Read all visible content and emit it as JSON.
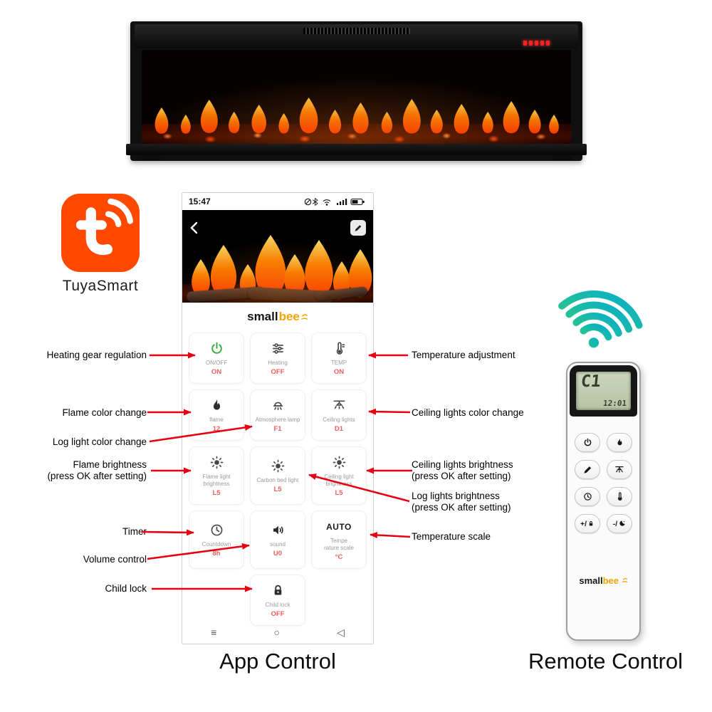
{
  "captions": {
    "app": "App Control",
    "remote": "Remote Control"
  },
  "tuya": {
    "label": "TuyaSmart"
  },
  "phone": {
    "status": {
      "time": "15:47"
    },
    "brand": {
      "prefix": "small",
      "suffix": "bee"
    },
    "nav": {
      "menu": "≡",
      "home": "○",
      "back": "◁"
    },
    "grid": [
      {
        "icon": "power-icon",
        "label": "ON/OFF",
        "value": "ON"
      },
      {
        "icon": "heating-sliders-icon",
        "label": "Heating",
        "value": "OFF"
      },
      {
        "icon": "thermometer-icon",
        "label": "TEMP",
        "value": "ON"
      },
      {
        "icon": "flame-icon",
        "label": "flame",
        "value": "12"
      },
      {
        "icon": "atmosphere-lamp-icon",
        "label": "Atmosphere lamp",
        "value": "F1"
      },
      {
        "icon": "ceiling-lights-icon",
        "label": "Ceiling lights",
        "value": "D1"
      },
      {
        "icon": "brightness-icon",
        "label": "Flame light brightness",
        "value": "L5"
      },
      {
        "icon": "brightness-icon",
        "label": "Carbon bed light",
        "value": "L5"
      },
      {
        "icon": "brightness-icon",
        "label": "Ceiling light brightness",
        "value": "L5"
      },
      {
        "icon": "clock-icon",
        "label": "Countdown",
        "value": "8h"
      },
      {
        "icon": "speaker-icon",
        "label": "sound",
        "value": "U0"
      },
      {
        "icon": "auto-label",
        "auto": "AUTO",
        "label": "Tempe\nrature scale",
        "value": "°C"
      },
      {
        "icon": "lock-icon",
        "label": "Child lock",
        "value": "OFF"
      }
    ]
  },
  "annotations": {
    "left": [
      "Heating gear regulation",
      "Flame color change",
      "Log light color change",
      "Flame brightness\n(press OK after setting)",
      "Timer",
      "Volume control",
      "Child lock"
    ],
    "right": [
      "Temperature adjustment",
      "Ceiling lights color change",
      "Ceiling lights brightness\n(press OK after setting)",
      "Log lights brightness\n(press OK after setting)",
      "Temperature scale"
    ]
  },
  "remote": {
    "display": {
      "mode": "C1",
      "time": "12:01"
    },
    "row4": {
      "plus": "+/",
      "minus": "-/"
    },
    "brand": {
      "prefix": "small",
      "suffix": "bee"
    }
  },
  "colors": {
    "arrow_red": "#e60012",
    "value_red": "#f25c5c",
    "tuya_orange": "#ff4800",
    "bee_orange": "#f5a300",
    "wifi_teal": "#12b9a6",
    "power_green": "#2fae3c"
  }
}
